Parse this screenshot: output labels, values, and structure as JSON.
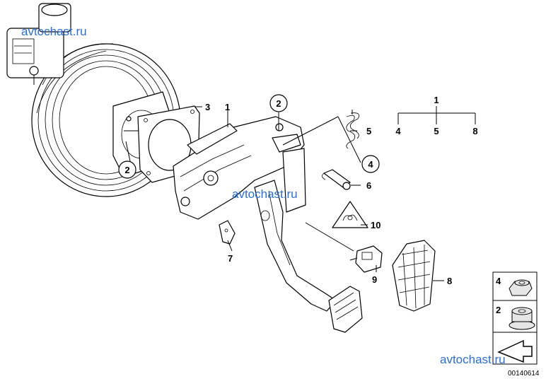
{
  "callouts": {
    "c1": "1",
    "c2a": "2",
    "c2b": "2",
    "c3": "3",
    "c4": "4",
    "c5": "5",
    "c6": "6",
    "c7": "7",
    "c8": "8",
    "c9": "9",
    "c10": "10"
  },
  "tree": {
    "root": "1",
    "child_a": "4",
    "child_b": "5",
    "child_c": "8"
  },
  "legend": {
    "item_a": "4",
    "item_b": "2"
  },
  "watermarks": {
    "top": "avtochast.ru",
    "middle": "avtochast.ru",
    "bottom": "avtochast.ru"
  },
  "document_number": "00140614",
  "colors": {
    "watermark": "#2a6fd6",
    "line": "#000000",
    "legend_fill": "#e6e6e6"
  }
}
